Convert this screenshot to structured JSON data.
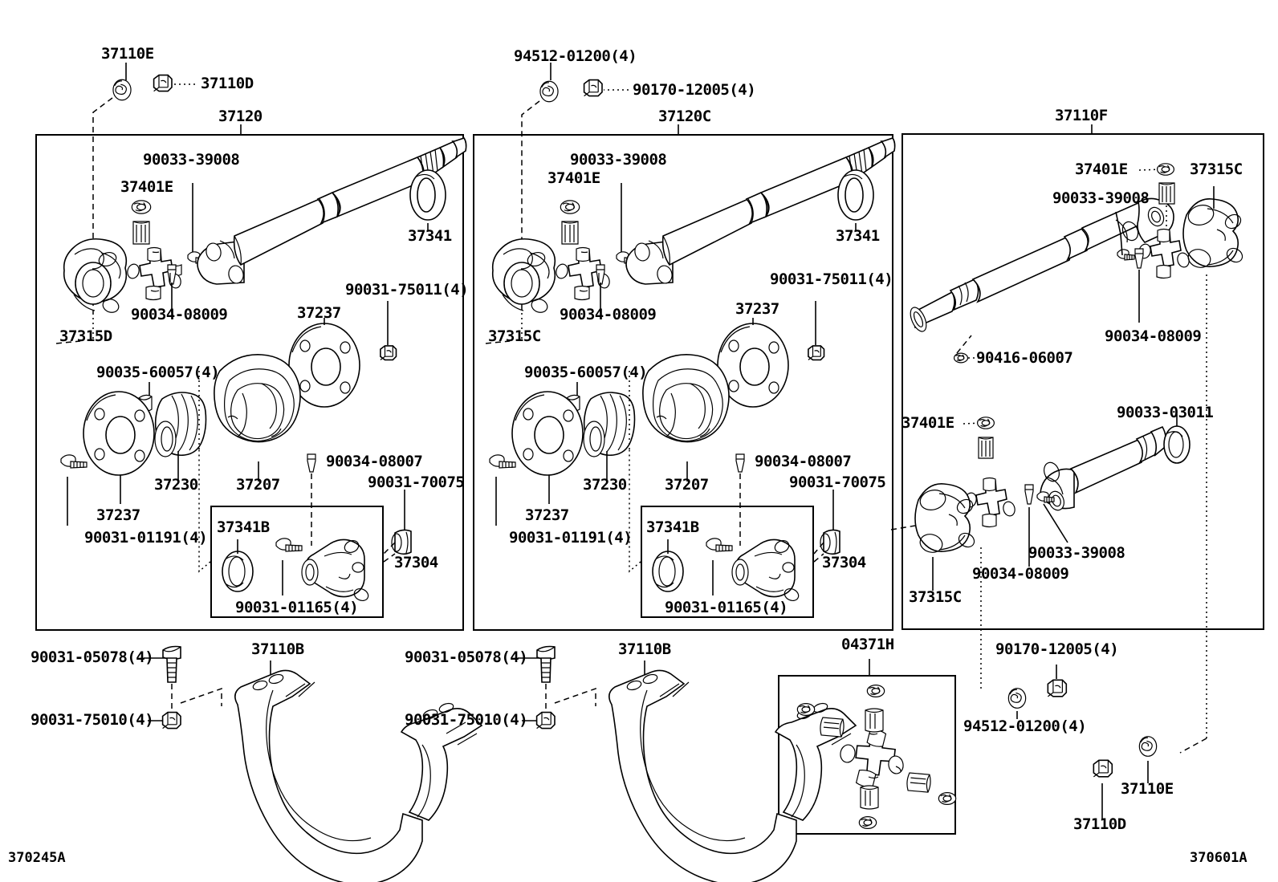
{
  "document": {
    "type": "automotive-parts-exploded-diagram",
    "subject": "Propeller shaft assemblies",
    "diagram_id_left": "370245A",
    "diagram_id_right": "370601A"
  },
  "panels": [
    {
      "id": "panel-1",
      "assembly_label": "37120",
      "external_labels": [
        {
          "code": "37110E"
        },
        {
          "code": "37110D"
        }
      ],
      "part_labels": [
        {
          "code": "90033-39008"
        },
        {
          "code": "37401E"
        },
        {
          "code": "37341"
        },
        {
          "code": "37315D"
        },
        {
          "code": "90034-08009"
        },
        {
          "code": "90031-75011(4)"
        },
        {
          "code": "37237"
        },
        {
          "code": "90035-60057(4)"
        },
        {
          "code": "37230"
        },
        {
          "code": "37207"
        },
        {
          "code": "37237"
        },
        {
          "code": "90034-08007"
        },
        {
          "code": "90031-70075"
        },
        {
          "code": "90031-01191(4)"
        },
        {
          "code": "37304"
        }
      ],
      "subbox": {
        "labels": [
          {
            "code": "37341B"
          },
          {
            "code": "90031-01165(4)"
          }
        ]
      }
    },
    {
      "id": "panel-2",
      "assembly_label": "37120C",
      "external_labels": [
        {
          "code": "94512-01200(4)"
        },
        {
          "code": "90170-12005(4)"
        }
      ],
      "part_labels": [
        {
          "code": "90033-39008"
        },
        {
          "code": "37401E"
        },
        {
          "code": "37341"
        },
        {
          "code": "37315C"
        },
        {
          "code": "90034-08009"
        },
        {
          "code": "90031-75011(4)"
        },
        {
          "code": "37237"
        },
        {
          "code": "90035-60057(4)"
        },
        {
          "code": "37230"
        },
        {
          "code": "37207"
        },
        {
          "code": "37237"
        },
        {
          "code": "90034-08007"
        },
        {
          "code": "90031-70075"
        },
        {
          "code": "90031-01191(4)"
        },
        {
          "code": "37304"
        }
      ],
      "subbox": {
        "labels": [
          {
            "code": "37341B"
          },
          {
            "code": "90031-01165(4)"
          }
        ]
      }
    },
    {
      "id": "panel-3",
      "assembly_label": "37110F",
      "part_labels": [
        {
          "code": "37401E"
        },
        {
          "code": "37315C"
        },
        {
          "code": "90033-39008"
        },
        {
          "code": "90034-08009"
        },
        {
          "code": "90416-06007"
        },
        {
          "code": "37401E"
        },
        {
          "code": "90033-03011"
        },
        {
          "code": "90033-39008"
        },
        {
          "code": "90034-08009"
        },
        {
          "code": "37315C"
        }
      ]
    }
  ],
  "bottom": {
    "bracket_left": {
      "assembly_label": "37110B",
      "bolt_label": "90031-05078(4)",
      "nut_label": "90031-75010(4)"
    },
    "bracket_center": {
      "assembly_label": "37110B",
      "bolt_label": "90031-05078(4)",
      "nut_label": "90031-75010(4)"
    },
    "ujoint_kit": {
      "assembly_label": "04371H"
    },
    "right_fasteners": [
      {
        "code": "90170-12005(4)"
      },
      {
        "code": "94512-01200(4)"
      },
      {
        "code": "37110E"
      },
      {
        "code": "37110D"
      }
    ]
  },
  "labels": {
    "p1_37110E": "37110E",
    "p1_37110D": "37110D",
    "p1_37120": "37120",
    "p1_90033_39008": "90033-39008",
    "p1_37401E": "37401E",
    "p1_37341": "37341",
    "p1_37315D": "37315D",
    "p1_90034_08009": "90034-08009",
    "p1_90031_75011": "90031-75011(4)",
    "p1_37237_top": "37237",
    "p1_90035_60057": "90035-60057(4)",
    "p1_37230": "37230",
    "p1_37207": "37207",
    "p1_37237_bot": "37237",
    "p1_90034_08007": "90034-08007",
    "p1_90031_70075": "90031-70075",
    "p1_90031_01191": "90031-01191(4)",
    "p1_37304": "37304",
    "p1_37341B": "37341B",
    "p1_90031_01165": "90031-01165(4)",
    "p2_94512_01200": "94512-01200(4)",
    "p2_90170_12005": "90170-12005(4)",
    "p2_37120C": "37120C",
    "p2_90033_39008": "90033-39008",
    "p2_37401E": "37401E",
    "p2_37341": "37341",
    "p2_37315C": "37315C",
    "p2_90034_08009": "90034-08009",
    "p2_90031_75011": "90031-75011(4)",
    "p2_37237_top": "37237",
    "p2_90035_60057": "90035-60057(4)",
    "p2_37230": "37230",
    "p2_37207": "37207",
    "p2_37237_bot": "37237",
    "p2_90034_08007": "90034-08007",
    "p2_90031_70075": "90031-70075",
    "p2_90031_01191": "90031-01191(4)",
    "p2_37304": "37304",
    "p2_37341B": "37341B",
    "p2_90031_01165": "90031-01165(4)",
    "p3_37110F": "37110F",
    "p3_37401E_a": "37401E",
    "p3_37315C_a": "37315C",
    "p3_90033_39008_a": "90033-39008",
    "p3_90034_08009_a": "90034-08009",
    "p3_90416_06007": "90416-06007",
    "p3_37401E_b": "37401E",
    "p3_90033_03011": "90033-03011",
    "p3_90033_39008_b": "90033-39008",
    "p3_90034_08009_b": "90034-08009",
    "p3_37315C_b": "37315C",
    "b1_90031_05078": "90031-05078(4)",
    "b1_90031_75010": "90031-75010(4)",
    "b1_37110B": "37110B",
    "b2_90031_05078": "90031-05078(4)",
    "b2_90031_75010": "90031-75010(4)",
    "b2_37110B": "37110B",
    "b_04371H": "04371H",
    "br_90170_12005": "90170-12005(4)",
    "br_94512_01200": "94512-01200(4)",
    "br_37110E": "37110E",
    "br_37110D": "37110D",
    "diag_left": "370245A",
    "diag_right": "370601A"
  }
}
